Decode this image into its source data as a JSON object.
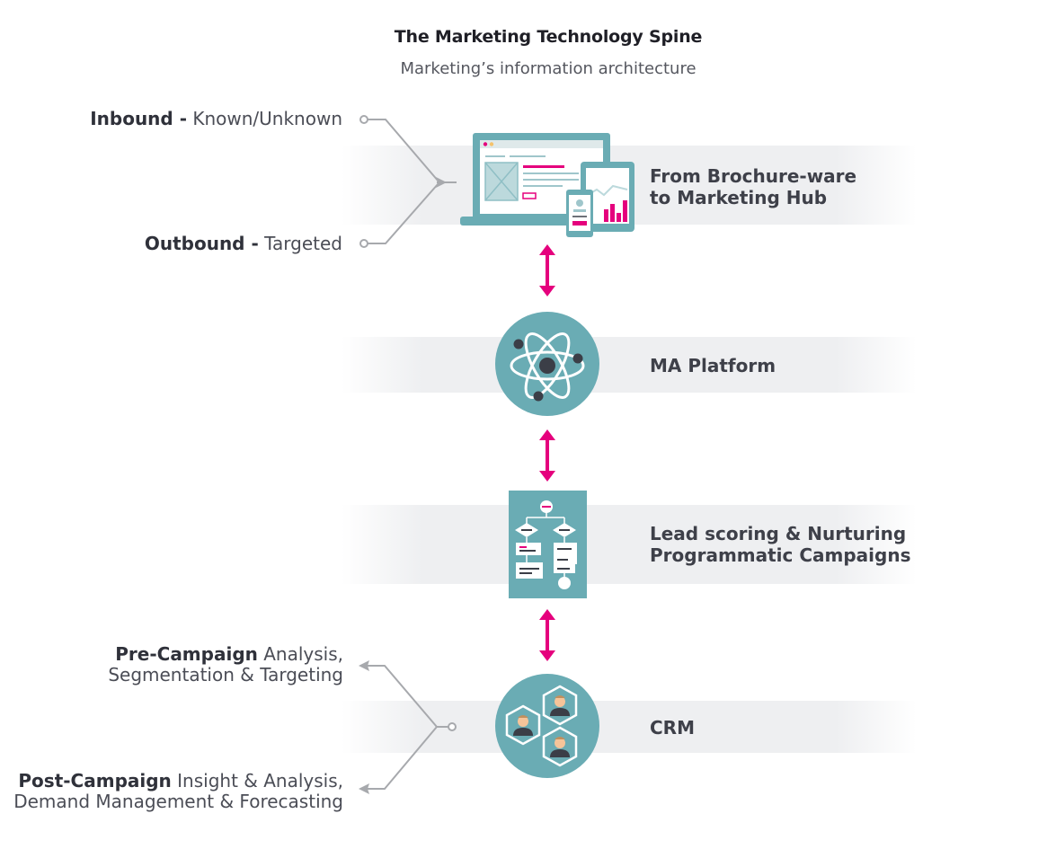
{
  "title": "The Marketing Technology Spine",
  "subtitle": "Marketing’s information architecture",
  "inputs": {
    "inbound": {
      "bold": "Inbound -",
      "rest": " Known/Unknown"
    },
    "outbound": {
      "bold": "Outbound -",
      "rest": " Targeted"
    }
  },
  "outputs": {
    "pre_campaign": {
      "bold": "Pre-Campaign",
      "rest": " Analysis,",
      "line2": "Segmentation & Targeting"
    },
    "post_campaign": {
      "bold": "Post-Campaign",
      "rest": " Insight & Analysis,",
      "line2": "Demand Management & Forecasting"
    }
  },
  "spine": [
    {
      "icon": "website-devices-icon",
      "line1": "From Brochure-ware",
      "line2": "to Marketing Hub"
    },
    {
      "icon": "atom-icon",
      "line1": "MA Platform",
      "line2": ""
    },
    {
      "icon": "flowchart-icon",
      "line1": "Lead scoring & Nurturing",
      "line2": "Programmatic Campaigns"
    },
    {
      "icon": "people-network-icon",
      "line1": "CRM",
      "line2": ""
    }
  ],
  "colors": {
    "teal": "#6aacb4",
    "magenta": "#e5007d",
    "dark": "#444650",
    "band": "#eeeff1",
    "connector": "#a7a9ad"
  }
}
